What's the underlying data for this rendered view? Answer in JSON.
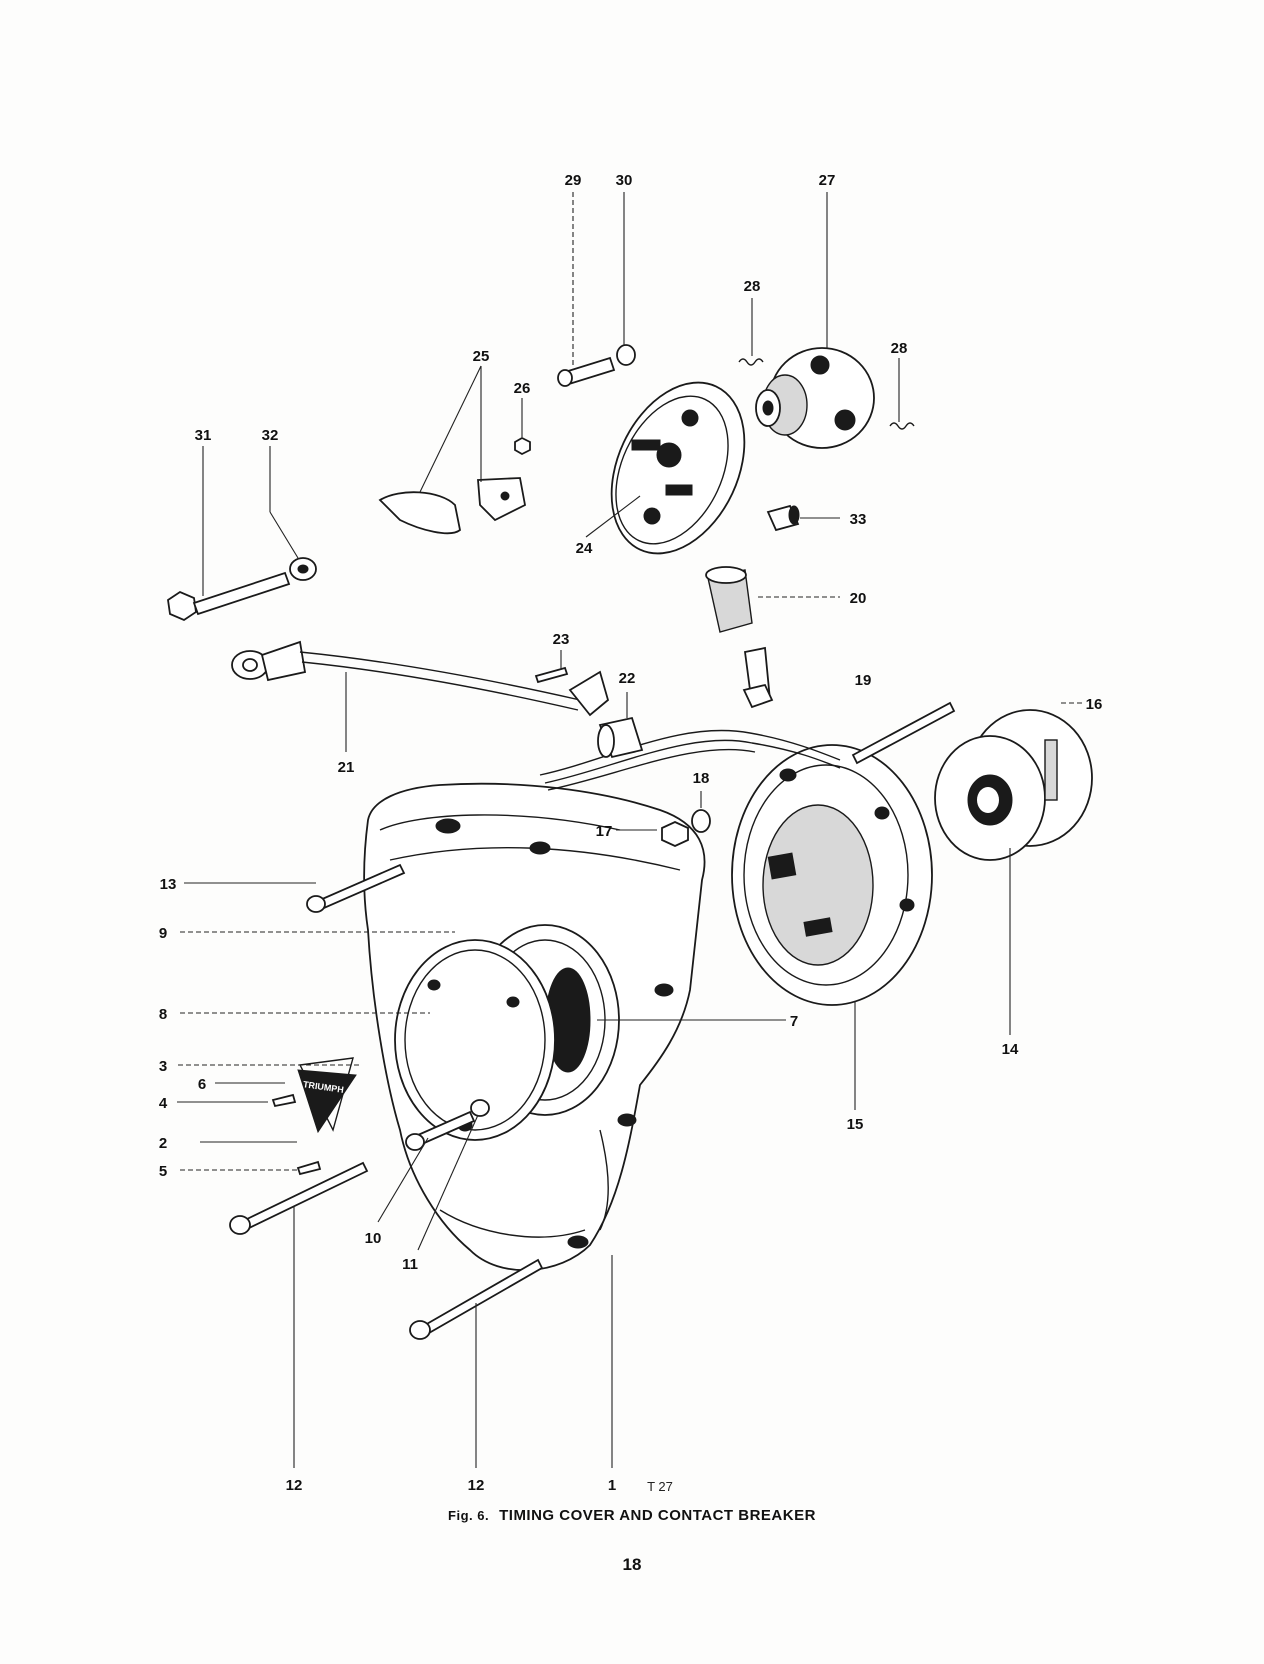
{
  "figure": {
    "caption_prefix": "Fig. 6.",
    "caption_title": "TIMING COVER AND CONTACT BREAKER",
    "page_number": "18",
    "drawing_ref": "T 27",
    "badge_text": "TRIUMPH"
  },
  "callouts": {
    "c1": "1",
    "c2": "2",
    "c3": "3",
    "c4": "4",
    "c5": "5",
    "c6": "6",
    "c7": "7",
    "c8": "8",
    "c9": "9",
    "c10": "10",
    "c11": "11",
    "c12a": "12",
    "c12b": "12",
    "c13": "13",
    "c14": "14",
    "c15": "15",
    "c16": "16",
    "c17": "17",
    "c18": "18",
    "c19": "19",
    "c20": "20",
    "c21": "21",
    "c22": "22",
    "c23": "23",
    "c24": "24",
    "c25": "25",
    "c26": "26",
    "c27": "27",
    "c28a": "28",
    "c28b": "28",
    "c29": "29",
    "c30": "30",
    "c31": "31",
    "c32": "32",
    "c33": "33"
  }
}
